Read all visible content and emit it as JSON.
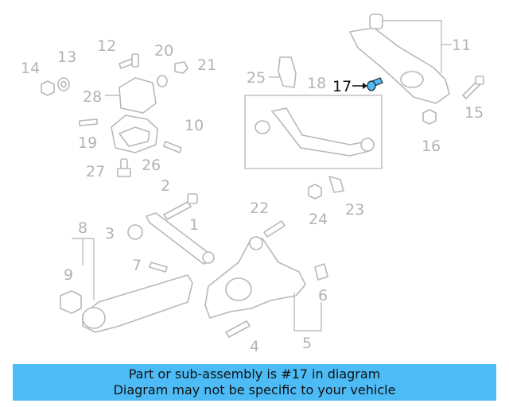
{
  "callouts": [
    {
      "id": "c1",
      "text": "1"
    },
    {
      "id": "c2",
      "text": "2"
    },
    {
      "id": "c3",
      "text": "3"
    },
    {
      "id": "c4",
      "text": "4"
    },
    {
      "id": "c5",
      "text": "5"
    },
    {
      "id": "c6",
      "text": "6"
    },
    {
      "id": "c7",
      "text": "7"
    },
    {
      "id": "c8",
      "text": "8"
    },
    {
      "id": "c9",
      "text": "9"
    },
    {
      "id": "c10",
      "text": "10"
    },
    {
      "id": "c11",
      "text": "11"
    },
    {
      "id": "c12",
      "text": "12"
    },
    {
      "id": "c13",
      "text": "13"
    },
    {
      "id": "c14",
      "text": "14"
    },
    {
      "id": "c15",
      "text": "15"
    },
    {
      "id": "c16",
      "text": "16"
    },
    {
      "id": "c17",
      "text": "17"
    },
    {
      "id": "c18",
      "text": "18"
    },
    {
      "id": "c19",
      "text": "19"
    },
    {
      "id": "c20",
      "text": "20"
    },
    {
      "id": "c21",
      "text": "21"
    },
    {
      "id": "c22",
      "text": "22"
    },
    {
      "id": "c23",
      "text": "23"
    },
    {
      "id": "c24",
      "text": "24"
    },
    {
      "id": "c25",
      "text": "25"
    },
    {
      "id": "c26",
      "text": "26"
    },
    {
      "id": "c27",
      "text": "27"
    },
    {
      "id": "c28",
      "text": "28"
    }
  ],
  "highlight": {
    "callout": "17",
    "color": "#4dbbf5"
  },
  "banner": {
    "line1": "Part or sub-assembly is #17 in diagram",
    "line2": "Diagram may not be specific to your vehicle",
    "color": "#4dbbf5"
  }
}
